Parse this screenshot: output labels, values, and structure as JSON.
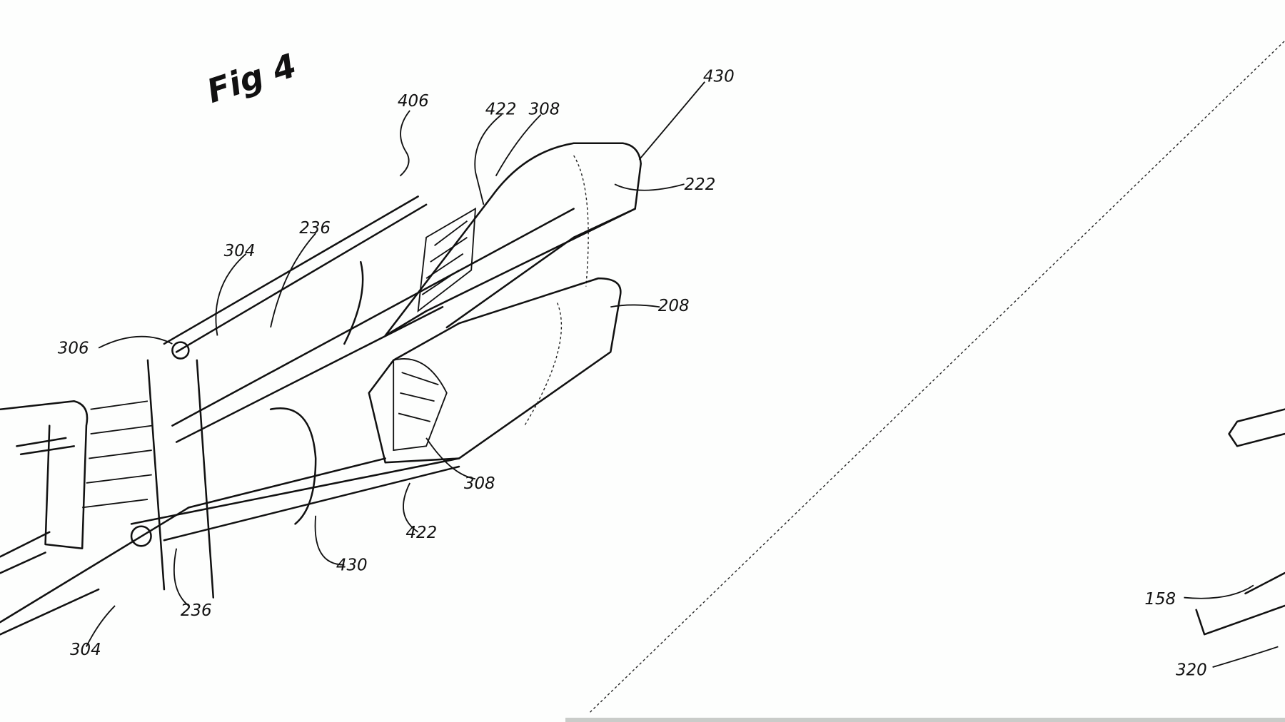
{
  "figure": {
    "title": "Fig 4",
    "reference_numerals": [
      {
        "id": "r406a",
        "text": "406"
      },
      {
        "id": "r422a",
        "text": "422"
      },
      {
        "id": "r308a",
        "text": "308"
      },
      {
        "id": "r430a",
        "text": "430"
      },
      {
        "id": "r222",
        "text": "222"
      },
      {
        "id": "r304a",
        "text": "304"
      },
      {
        "id": "r236a",
        "text": "236"
      },
      {
        "id": "r306",
        "text": "306"
      },
      {
        "id": "r208",
        "text": "208"
      },
      {
        "id": "r308b",
        "text": "308"
      },
      {
        "id": "r422b",
        "text": "422"
      },
      {
        "id": "r430b",
        "text": "430"
      },
      {
        "id": "r236b",
        "text": "236"
      },
      {
        "id": "r304b",
        "text": "304"
      },
      {
        "id": "r158",
        "text": "158"
      },
      {
        "id": "r320",
        "text": "320"
      }
    ]
  }
}
